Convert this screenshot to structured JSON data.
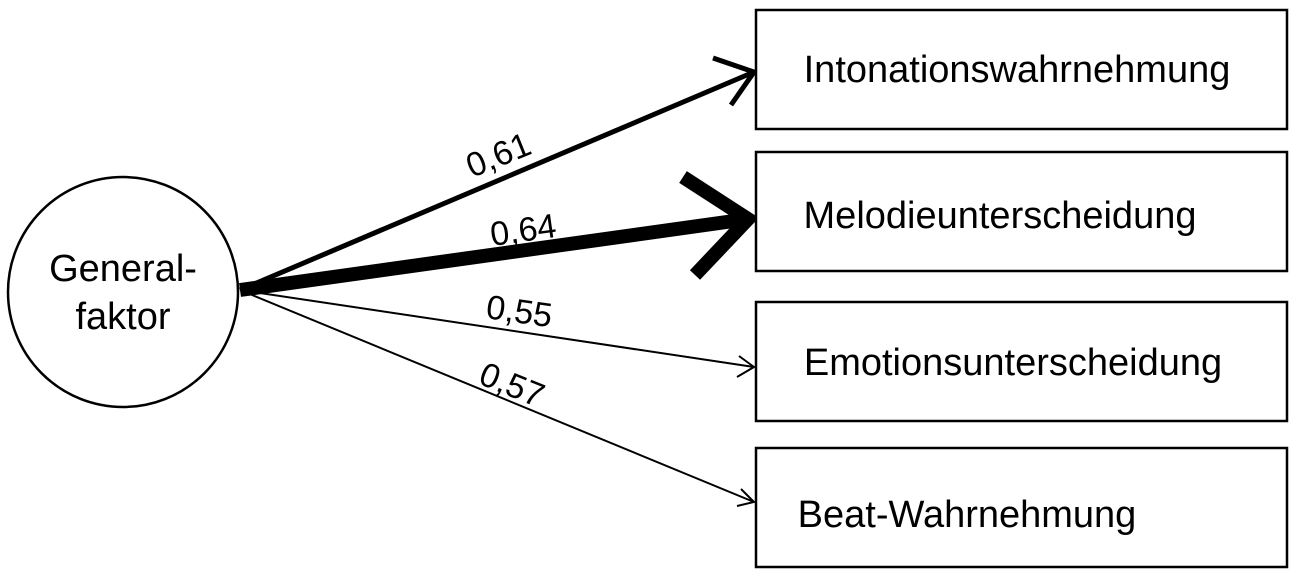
{
  "source_node": {
    "line1": "General-",
    "line2": "faktor"
  },
  "targets": [
    {
      "label": "Intonationswahrnehmung",
      "weight": "0,61"
    },
    {
      "label": "Melodieunterscheidung",
      "weight": "0,64"
    },
    {
      "label": "Emotionsunterscheidung",
      "weight": "0,55"
    },
    {
      "label": "Beat-Wahrnehmung",
      "weight": "0,57"
    }
  ],
  "colors": {
    "stroke": "#000000",
    "background": "#ffffff"
  }
}
